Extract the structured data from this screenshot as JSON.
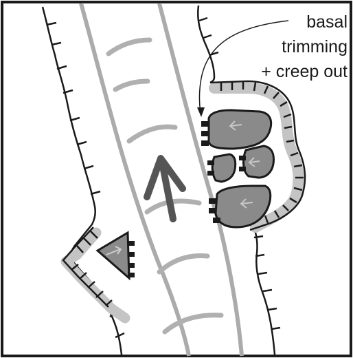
{
  "annotation": {
    "lines": [
      "basal",
      "trimming",
      "+ creep out"
    ]
  },
  "colors": {
    "ink": "#1a1a1a",
    "light_gray": "#b5b5b5",
    "mid_gray": "#a8a8a8",
    "block_fill": "#8a8a8a",
    "band_fill": "#c0c0c0",
    "paper": "#ffffff"
  },
  "icons": {
    "flow_arrow": "up-arrow-icon",
    "creep_arrows": "small-left-arrow-icon"
  }
}
